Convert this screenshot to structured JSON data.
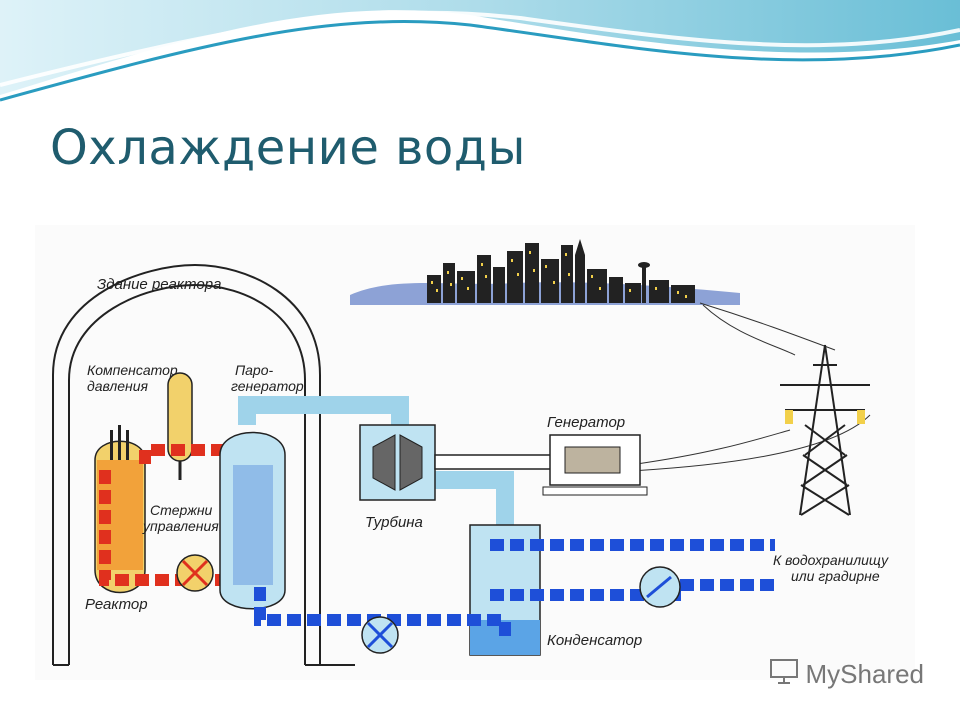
{
  "slide": {
    "title": "Охлаждение воды"
  },
  "diagram": {
    "labels": {
      "reactor_building": "Здание реактора",
      "pressure_compensator_1": "Компенсатор",
      "pressure_compensator_2": "давления",
      "steam_generator_1": "Паро-",
      "steam_generator_2": "генератор",
      "control_rods_1": "Стержни",
      "control_rods_2": "управления",
      "reactor": "Реактор",
      "turbine": "Турбина",
      "generator": "Генератор",
      "condenser": "Конденсатор",
      "reservoir_1": "К водохранилищу",
      "reservoir_2": "или градирне"
    },
    "colors": {
      "hot_loop": "#e0301e",
      "cold_loop": "#1e4fd8",
      "steam": "#bfe3f2",
      "reactor_core": "#f2d16b"
    }
  },
  "watermark": {
    "text": "MyShared"
  }
}
